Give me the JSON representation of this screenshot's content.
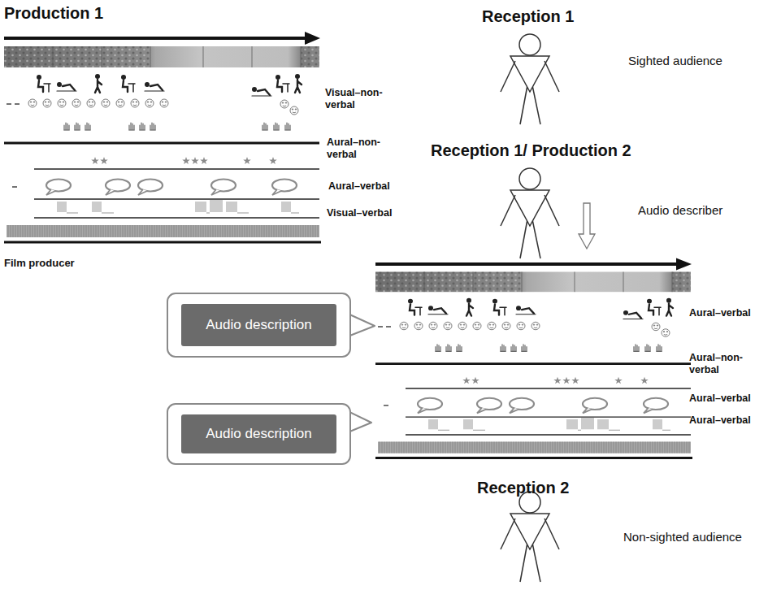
{
  "diagram": {
    "nodes": [
      {
        "text": [
          "Audio description"
        ]
      },
      {
        "text": [
          "Audio description"
        ]
      }
    ],
    "labels": [
      "Production 1",
      "Reception 1",
      "Sighted audience",
      "Visual–non-verbal",
      "Aural–non-verbal",
      "Reception 1/ Production 2",
      "Aural–verbal",
      "Audio describer",
      "Visual–verbal",
      "Film producer",
      "Aural–verbal",
      "Aural–non-verbal",
      "Aural–verbal",
      "Aural–verbal",
      "Reception 2",
      "Non-sighted audience"
    ]
  }
}
